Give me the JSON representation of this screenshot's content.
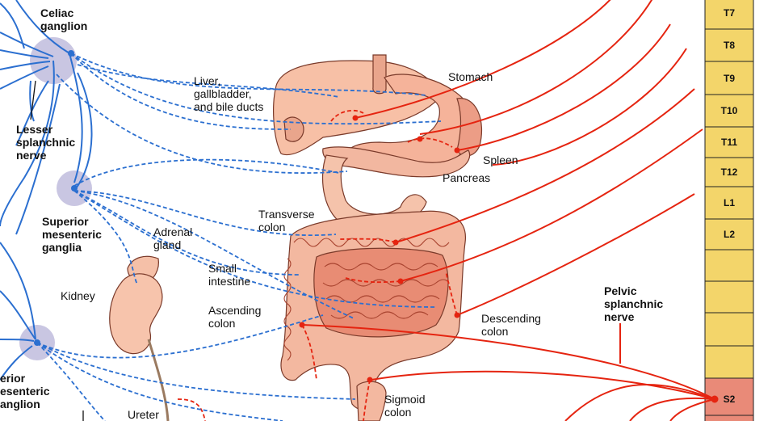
{
  "labels": {
    "celiac": [
      "Celiac",
      "ganglion"
    ],
    "lesser": [
      "Lesser",
      "splanchnic",
      "nerve"
    ],
    "superior": [
      "Superior",
      "mesenteric",
      "ganglia"
    ],
    "inferior": [
      "erior",
      "esenteric",
      "anglion"
    ],
    "liver": [
      "Liver,",
      "gallbladder,",
      "and bile ducts"
    ],
    "stomach": "Stomach",
    "spleen": "Spleen",
    "pancreas": "Pancreas",
    "transverse": [
      "Transverse",
      "colon"
    ],
    "adrenal": [
      "Adrenal",
      "gland"
    ],
    "small": [
      "Small",
      "intestine"
    ],
    "kidney": "Kidney",
    "ascending": [
      "Ascending",
      "colon"
    ],
    "descending": [
      "Descending",
      "colon"
    ],
    "pelvic": [
      "Pelvic",
      "splanchnic",
      "nerve"
    ],
    "sigmoid": [
      "Sigmoid",
      "colon"
    ],
    "ureter": "Ureter"
  },
  "spine_segments": [
    "T7",
    "T8",
    "T9",
    "T10",
    "T11",
    "T12",
    "L1",
    "L2",
    "",
    "",
    "",
    "S2"
  ],
  "colors": {
    "sympathetic": "#2b6fd0",
    "parasympathetic": "#e52410",
    "ganglion": "#c9c6e2",
    "organ": "#f7c0a6",
    "organ_dark": "#e0856f",
    "spine": "#f3d56a",
    "spine_sacral": "#e98a78"
  }
}
